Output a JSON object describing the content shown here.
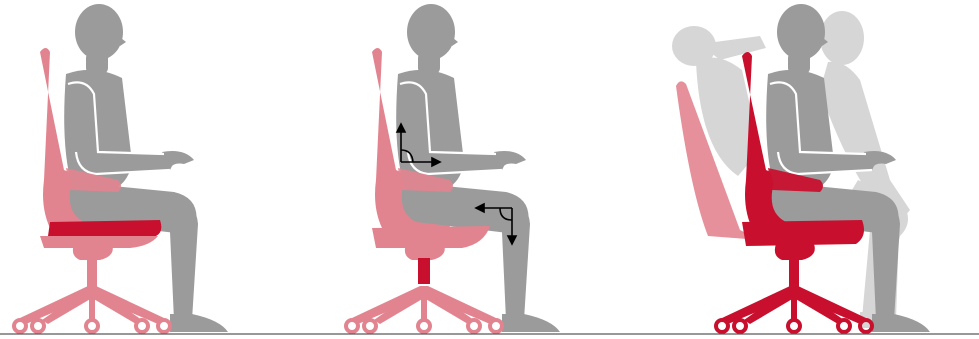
{
  "colors": {
    "background": "#ffffff",
    "figure": "#9b9b9b",
    "figure_outline": "#ffffff",
    "figure_faded": "#d6d6d6",
    "chair_light": "#e2848f",
    "chair_light_dark": "#cf5a6a",
    "chair_highlight": "#c8102e",
    "chair_highlight_dark": "#a70c26",
    "arrow": "#000000",
    "floor_line": "#5a5a5a"
  },
  "panels": [
    {
      "name": "posture-seat-highlight",
      "highlight": "seat"
    },
    {
      "name": "posture-angles",
      "highlight": "gas-lift",
      "angle_markers": [
        "elbow-right-angle-icon",
        "knee-right-angle-icon"
      ]
    },
    {
      "name": "posture-dynamic-recline",
      "highlight": "whole-chair",
      "ghost_poses": [
        "leaning-back",
        "leaning-forward"
      ]
    }
  ]
}
